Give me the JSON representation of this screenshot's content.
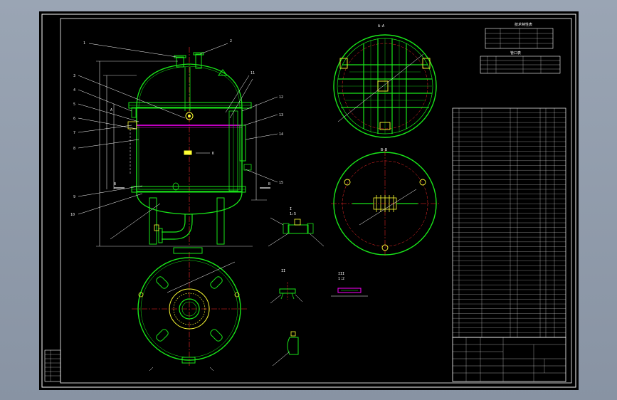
{
  "colors": {
    "background": "#8f9aaa",
    "sheet": "#000000",
    "frame": "#ffffff",
    "outline": "#19e619",
    "centerline": "#ff2a2a",
    "dimension": "#ffffff",
    "nozzle": "#ffff33",
    "accent": "#ff00ff"
  },
  "views": {
    "main": {
      "labels": [
        "1",
        "2",
        "3",
        "4",
        "5",
        "6",
        "7",
        "8",
        "9",
        "10",
        "11",
        "12",
        "13",
        "14",
        "15",
        "A",
        "B",
        "K"
      ]
    },
    "section_a": {
      "label": "A-A"
    },
    "section_b": {
      "label": "B-B"
    },
    "detail_1": {
      "label": "I",
      "scale": "1:5"
    },
    "detail_2": {
      "label": "II"
    },
    "detail_3": {
      "label": "III",
      "scale": "1:2"
    }
  },
  "tables": {
    "tech_title": "技术特性表",
    "nozzle_title": "管口表",
    "parts_rows": 48,
    "title_block": {
      "name": "",
      "drawing_no": ""
    }
  }
}
